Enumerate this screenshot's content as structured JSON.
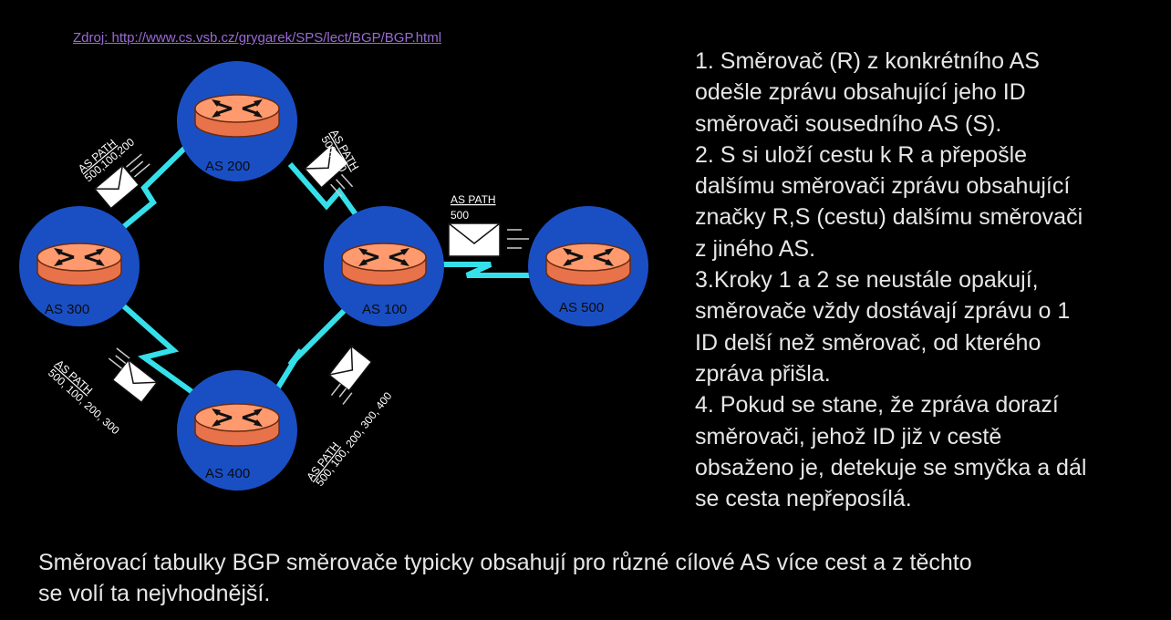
{
  "source": "Zdroj: http://www.cs.vsb.cz/grygarek/SPS/lect/BGP/BGP.html",
  "nodes": {
    "as200": "AS 200",
    "as300": "AS 300",
    "as100": "AS 100",
    "as500": "AS 500",
    "as400": "AS 400"
  },
  "envelopes": {
    "to200": {
      "title": "AS PATH",
      "path": "500,100,200"
    },
    "to100": {
      "title": "AS PATH",
      "path": "500,100"
    },
    "from500": {
      "title": "AS PATH",
      "path": "500"
    },
    "to300": {
      "title": "AS PATH",
      "path": "500, 100, 200, 300"
    },
    "to400": {
      "title": "AS PATH",
      "path": "500, 100, 200, 300, 400"
    }
  },
  "steps": [
    "1. Směrovač (R) z konkrétního AS",
    "odešle zprávu obsahující jeho ID",
    "směrovači sousedního AS (S).",
    "2. S si uloží cestu k R a přepošle",
    "dalšímu směrovači zprávu obsahující",
    "značky R,S (cestu) dalšímu směrovači",
    "z jiného AS.",
    "3.Kroky 1 a 2 se neustále opakují,",
    "směrovače vždy dostávají zprávu o 1",
    "ID delší než směrovač, od kterého",
    "zpráva přišla.",
    "4. Pokud se stane, že zpráva dorazí",
    "směrovači, jehož ID již v cestě",
    "obsaženo je, detekuje se smyčka a dál",
    "se cesta nepřeposílá."
  ],
  "summary": [
    "Směrovací tabulky BGP směrovače typicky obsahují pro různé cílové AS více cest a z těchto",
    "se volí ta nejvhodnější."
  ],
  "colors": {
    "background": "#000000",
    "node_circle": "#1a4fc4",
    "router": "#ff8a5a",
    "link": "#35e0ea",
    "source_link": "#9b6bd6"
  }
}
